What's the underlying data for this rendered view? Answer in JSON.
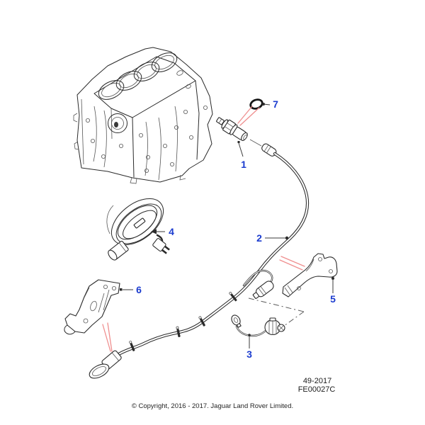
{
  "diagram": {
    "callouts": [
      {
        "label": "1"
      },
      {
        "label": "2"
      },
      {
        "label": "3"
      },
      {
        "label": "4"
      },
      {
        "label": "5"
      },
      {
        "label": "6"
      },
      {
        "label": "7"
      }
    ],
    "refs": {
      "figure_number": "49-2017",
      "drawing_code": "FE00027C"
    },
    "footer": {
      "copyright": "© Copyright, 2016 - 2017. Jaguar Land Rover Limited."
    },
    "colors": {
      "callout_blue": "#1b3ccf",
      "leader_red": "#ef8f8f",
      "line": "#2a2a2a",
      "background": "#ffffff"
    }
  }
}
